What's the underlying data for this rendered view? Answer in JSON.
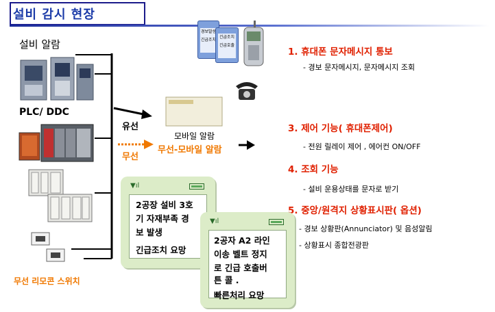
{
  "title": "설비 감시 현장",
  "left": {
    "equipment_alarm": "설비 알람",
    "plc_ddc": "PLC/ DDC",
    "wireless_remote": "무선 리모콘 스위치"
  },
  "middle": {
    "wired": "유선",
    "wireless": "무선",
    "mobile_alarm": "모바일 알람",
    "wireless_mobile_alarm": "무선-모바일 알람",
    "alarm_box_labels": [
      "경보발생",
      "긴급조치",
      "긴급호출"
    ]
  },
  "features": [
    {
      "title": "1. 휴대폰 문자메시지 통보",
      "items": [
        "- 경보 문자메시지, 문자메시지 조회"
      ]
    },
    {
      "title": "3. 제어 기능( 휴대폰제어)",
      "items": [
        "- 전원 릴레이 제어 , 에어컨 ON/OFF"
      ]
    },
    {
      "title": "4. 조회 기능",
      "items": [
        "- 설비 운용상태를 문자로 받기"
      ]
    },
    {
      "title": "5. 중앙/원격지 상황표시판( 옵션)",
      "items": [
        "- 경보 상황판(Annunciator) 및 음성알림",
        "- 상황표시 종합전광판"
      ]
    }
  ],
  "phones": [
    {
      "lines": [
        "2공장 설비 3호",
        "기 자재부족 경",
        "보 발생",
        "긴급조치 요망"
      ]
    },
    {
      "lines": [
        "2공자 A2 라인",
        "이송 벨트 정지",
        "로 긴급 호출버",
        "튼 콜 .",
        "빠른처리 요망"
      ]
    }
  ],
  "colors": {
    "title_border": "#1a1a8a",
    "title_text": "#1a3aa8",
    "feature_title": "#e02000",
    "wireless": "#f07800",
    "phone_body": "#dcecc8"
  }
}
